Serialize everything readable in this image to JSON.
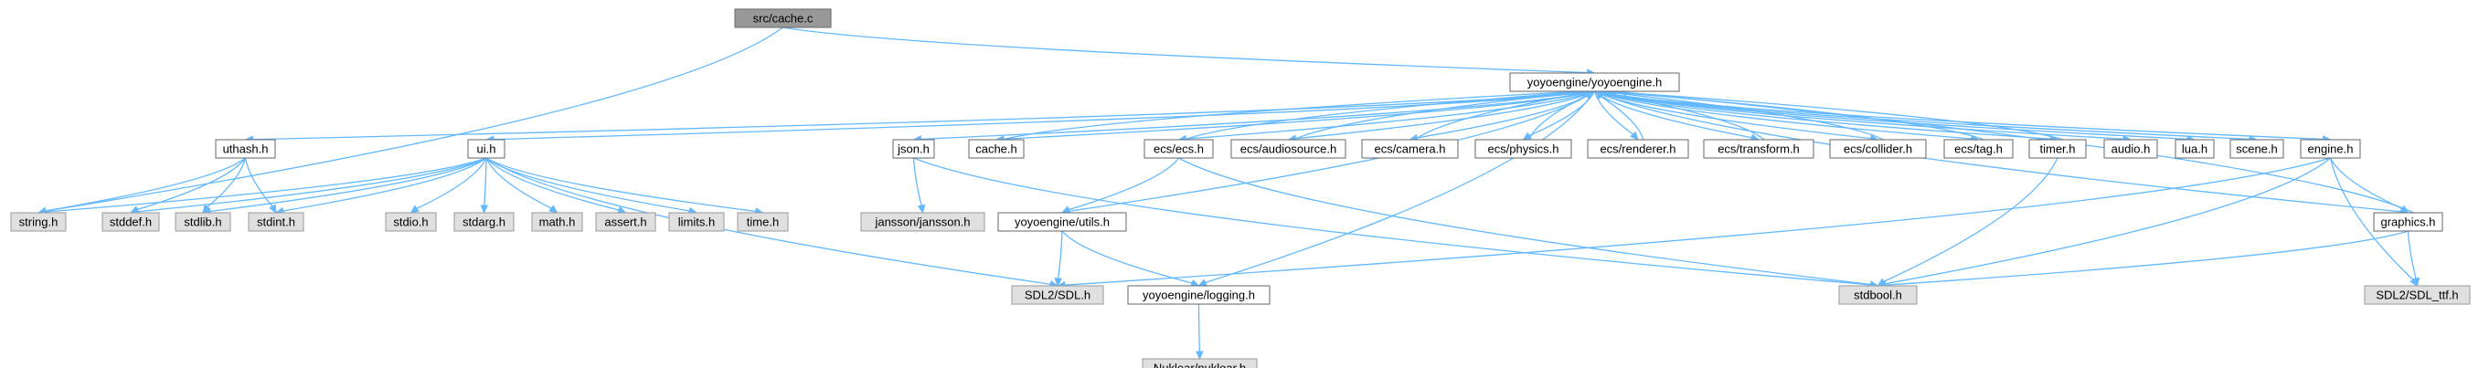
{
  "colors": {
    "root_fill": "#999999",
    "root_stroke": "#666666",
    "local_fill": "#ffffff",
    "local_stroke": "#666666",
    "system_fill": "#e0e0e0",
    "system_stroke": "#999999",
    "edge": "#63b8ff"
  },
  "nodes": [
    {
      "id": "cache_c",
      "label": "src/cache.c",
      "kind": "root"
    },
    {
      "id": "yoyoengine",
      "label": "yoyoengine/yoyoengine.h",
      "kind": "local"
    },
    {
      "id": "uthash",
      "label": "uthash.h",
      "kind": "local"
    },
    {
      "id": "ui",
      "label": "ui.h",
      "kind": "local"
    },
    {
      "id": "json",
      "label": "json.h",
      "kind": "local"
    },
    {
      "id": "cache_h",
      "label": "cache.h",
      "kind": "local"
    },
    {
      "id": "ecs",
      "label": "ecs/ecs.h",
      "kind": "local"
    },
    {
      "id": "audiosource",
      "label": "ecs/audiosource.h",
      "kind": "local"
    },
    {
      "id": "camera",
      "label": "ecs/camera.h",
      "kind": "local"
    },
    {
      "id": "physics",
      "label": "ecs/physics.h",
      "kind": "local"
    },
    {
      "id": "renderer",
      "label": "ecs/renderer.h",
      "kind": "local"
    },
    {
      "id": "transform",
      "label": "ecs/transform.h",
      "kind": "local"
    },
    {
      "id": "collider",
      "label": "ecs/collider.h",
      "kind": "local"
    },
    {
      "id": "tag",
      "label": "ecs/tag.h",
      "kind": "local"
    },
    {
      "id": "timer",
      "label": "timer.h",
      "kind": "local"
    },
    {
      "id": "audio",
      "label": "audio.h",
      "kind": "local"
    },
    {
      "id": "lua",
      "label": "lua.h",
      "kind": "local"
    },
    {
      "id": "scene",
      "label": "scene.h",
      "kind": "local"
    },
    {
      "id": "engine",
      "label": "engine.h",
      "kind": "local"
    },
    {
      "id": "graphics",
      "label": "graphics.h",
      "kind": "local"
    },
    {
      "id": "utils",
      "label": "yoyoengine/utils.h",
      "kind": "local"
    },
    {
      "id": "logging",
      "label": "yoyoengine/logging.h",
      "kind": "local"
    },
    {
      "id": "string",
      "label": "string.h",
      "kind": "system"
    },
    {
      "id": "stddef",
      "label": "stddef.h",
      "kind": "system"
    },
    {
      "id": "stdlib",
      "label": "stdlib.h",
      "kind": "system"
    },
    {
      "id": "stdint",
      "label": "stdint.h",
      "kind": "system"
    },
    {
      "id": "stdio",
      "label": "stdio.h",
      "kind": "system"
    },
    {
      "id": "stdarg",
      "label": "stdarg.h",
      "kind": "system"
    },
    {
      "id": "math",
      "label": "math.h",
      "kind": "system"
    },
    {
      "id": "assert",
      "label": "assert.h",
      "kind": "system"
    },
    {
      "id": "limits",
      "label": "limits.h",
      "kind": "system"
    },
    {
      "id": "time",
      "label": "time.h",
      "kind": "system"
    },
    {
      "id": "jansson",
      "label": "jansson/jansson.h",
      "kind": "system"
    },
    {
      "id": "sdl",
      "label": "SDL2/SDL.h",
      "kind": "system"
    },
    {
      "id": "stdbool",
      "label": "stdbool.h",
      "kind": "system"
    },
    {
      "id": "sdl_ttf",
      "label": "SDL2/SDL_ttf.h",
      "kind": "system"
    },
    {
      "id": "nuklear",
      "label": "Nuklear/nuklear.h",
      "kind": "system"
    }
  ],
  "edges": [
    [
      "cache_c",
      "yoyoengine"
    ],
    [
      "cache_c",
      "string"
    ],
    [
      "yoyoengine",
      "uthash"
    ],
    [
      "yoyoengine",
      "ui"
    ],
    [
      "yoyoengine",
      "json"
    ],
    [
      "yoyoengine",
      "cache_h"
    ],
    [
      "yoyoengine",
      "ecs"
    ],
    [
      "yoyoengine",
      "audiosource"
    ],
    [
      "yoyoengine",
      "camera"
    ],
    [
      "yoyoengine",
      "physics"
    ],
    [
      "yoyoengine",
      "renderer"
    ],
    [
      "yoyoengine",
      "transform"
    ],
    [
      "yoyoengine",
      "collider"
    ],
    [
      "yoyoengine",
      "tag"
    ],
    [
      "yoyoengine",
      "timer"
    ],
    [
      "yoyoengine",
      "audio"
    ],
    [
      "yoyoengine",
      "lua"
    ],
    [
      "yoyoengine",
      "scene"
    ],
    [
      "yoyoengine",
      "engine"
    ],
    [
      "yoyoengine",
      "graphics"
    ],
    [
      "yoyoengine",
      "utils"
    ],
    [
      "yoyoengine",
      "logging"
    ],
    [
      "cache_h",
      "yoyoengine"
    ],
    [
      "ecs",
      "yoyoengine"
    ],
    [
      "audiosource",
      "yoyoengine"
    ],
    [
      "camera",
      "yoyoengine"
    ],
    [
      "physics",
      "yoyoengine"
    ],
    [
      "renderer",
      "yoyoengine"
    ],
    [
      "transform",
      "yoyoengine"
    ],
    [
      "collider",
      "yoyoengine"
    ],
    [
      "tag",
      "yoyoengine"
    ],
    [
      "timer",
      "yoyoengine"
    ],
    [
      "graphics",
      "yoyoengine"
    ],
    [
      "uthash",
      "string"
    ],
    [
      "uthash",
      "stddef"
    ],
    [
      "uthash",
      "stdlib"
    ],
    [
      "uthash",
      "stdint"
    ],
    [
      "ui",
      "string"
    ],
    [
      "ui",
      "stddef"
    ],
    [
      "ui",
      "stdlib"
    ],
    [
      "ui",
      "stdint"
    ],
    [
      "ui",
      "stdio"
    ],
    [
      "ui",
      "stdarg"
    ],
    [
      "ui",
      "math"
    ],
    [
      "ui",
      "assert"
    ],
    [
      "ui",
      "limits"
    ],
    [
      "ui",
      "time"
    ],
    [
      "ui",
      "sdl"
    ],
    [
      "json",
      "jansson"
    ],
    [
      "json",
      "stdbool"
    ],
    [
      "ecs",
      "utils"
    ],
    [
      "ecs",
      "stdbool"
    ],
    [
      "utils",
      "sdl"
    ],
    [
      "utils",
      "logging"
    ],
    [
      "logging",
      "nuklear"
    ],
    [
      "timer",
      "stdbool"
    ],
    [
      "engine",
      "sdl"
    ],
    [
      "engine",
      "stdbool"
    ],
    [
      "engine",
      "graphics"
    ],
    [
      "engine",
      "sdl_ttf"
    ],
    [
      "graphics",
      "stdbool"
    ],
    [
      "graphics",
      "sdl_ttf"
    ]
  ]
}
